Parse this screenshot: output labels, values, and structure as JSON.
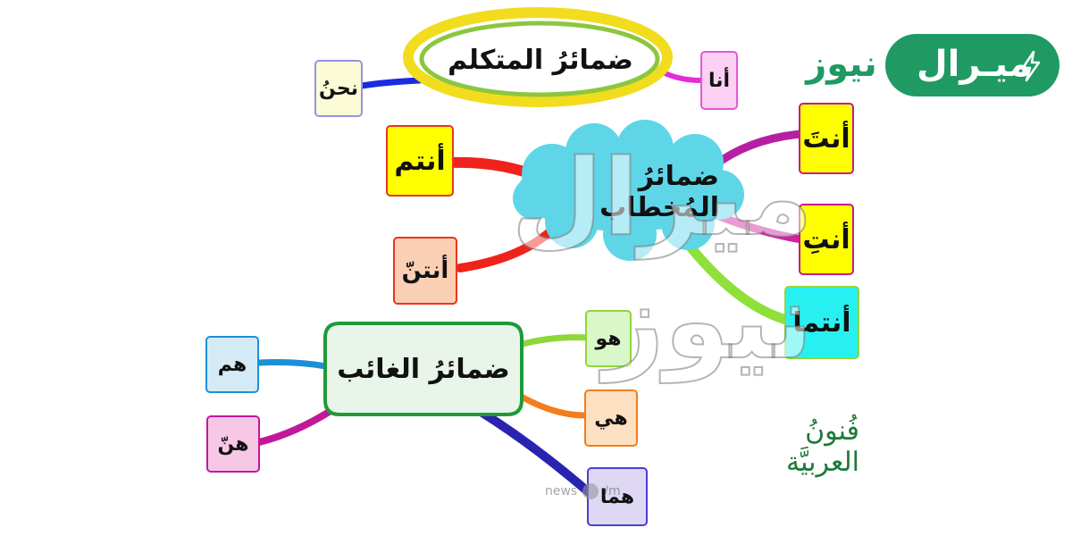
{
  "branding": {
    "site_name_part1": "ميـرال",
    "site_name_part2": "نيوز",
    "brand_color": "#1f9a63",
    "icon": "lightning-bolt-icon"
  },
  "watermark": {
    "text": "ميرال نيوز",
    "url_text": "news",
    "url_suffix": "/m"
  },
  "publisher_logo": "فُنونُ العربيَّة",
  "mindmap": {
    "speaker": {
      "label": "ضمائرُ المتكلم",
      "pronouns": [
        "أنا",
        "نحنُ"
      ]
    },
    "addressee": {
      "label": "ضمائرُ المُخطاب",
      "pronouns": [
        "أنتَ",
        "أنتِ",
        "أنتما",
        "أنتم",
        "أنتنّ"
      ]
    },
    "absent": {
      "label": "ضمائرُ الغائب",
      "pronouns": [
        "هو",
        "هي",
        "هما",
        "هم",
        "هنّ"
      ]
    }
  },
  "colors": {
    "speaker_ring_outer": "#f2dc1e",
    "speaker_ring_inner": "#8cc63f",
    "cloud_fill": "#5ed6e8",
    "absent_border": "#1f9a3a",
    "absent_fill": "#e9f5e9",
    "yellow_box": "#ffff00",
    "magenta_border": "#c21e8c",
    "red_border": "#e8361e",
    "cyan_box": "#29f0f0",
    "green_box": "#d9f7c9",
    "orange_box": "#fde0c2",
    "lavender_box": "#ded8f5",
    "blue_box": "#d4ebf7",
    "pink_box": "#f7c7e6",
    "lavender_yellow_box": "#fbfbd8"
  }
}
